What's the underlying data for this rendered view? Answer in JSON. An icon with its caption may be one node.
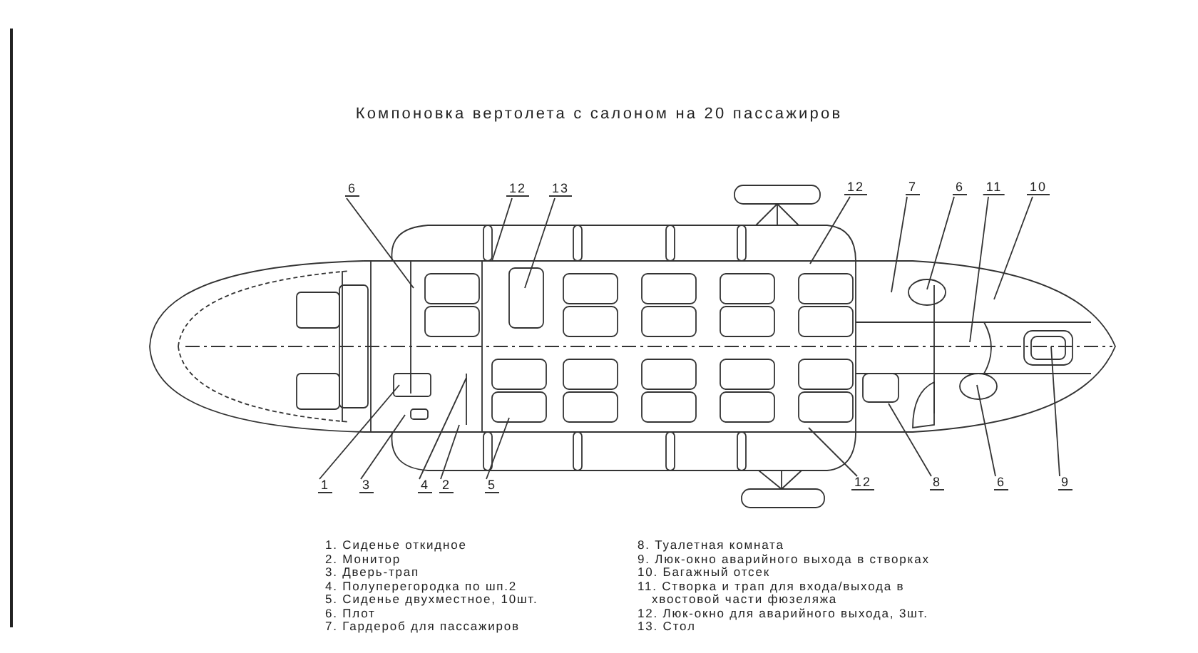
{
  "diagram": {
    "title": "Компоновка вертолета с салоном на 20 пассажиров",
    "nodes": [
      {
        "text": [
          "6"
        ]
      },
      {
        "text": [
          "12"
        ]
      },
      {
        "text": [
          "13"
        ]
      },
      {
        "text": [
          "12"
        ]
      },
      {
        "text": [
          "7"
        ]
      },
      {
        "text": [
          "6"
        ]
      },
      {
        "text": [
          "11"
        ]
      },
      {
        "text": [
          "10"
        ]
      },
      {
        "text": [
          "1"
        ]
      },
      {
        "text": [
          "3"
        ]
      },
      {
        "text": [
          "4"
        ]
      },
      {
        "text": [
          "2"
        ]
      },
      {
        "text": [
          "5"
        ]
      },
      {
        "text": [
          "12"
        ]
      },
      {
        "text": [
          "8"
        ]
      },
      {
        "text": [
          "6"
        ]
      },
      {
        "text": [
          "9"
        ]
      }
    ],
    "edges": [
      {
        "from": 0,
        "to": null,
        "arrow": "none"
      },
      {
        "from": 1,
        "to": null,
        "arrow": "none"
      },
      {
        "from": 2,
        "to": null,
        "arrow": "none"
      },
      {
        "from": 3,
        "to": null,
        "arrow": "none"
      },
      {
        "from": 4,
        "to": null,
        "arrow": "none"
      },
      {
        "from": 5,
        "to": null,
        "arrow": "none"
      },
      {
        "from": 6,
        "to": null,
        "arrow": "none"
      },
      {
        "from": 7,
        "to": null,
        "arrow": "none"
      },
      {
        "from": 8,
        "to": null,
        "arrow": "none"
      },
      {
        "from": 9,
        "to": null,
        "arrow": "none"
      },
      {
        "from": 10,
        "to": null,
        "arrow": "none"
      },
      {
        "from": 11,
        "to": null,
        "arrow": "none"
      },
      {
        "from": 12,
        "to": null,
        "arrow": "none"
      },
      {
        "from": 13,
        "to": null,
        "arrow": "none"
      },
      {
        "from": 14,
        "to": null,
        "arrow": "none"
      },
      {
        "from": 15,
        "to": null,
        "arrow": "none"
      },
      {
        "from": 16,
        "to": null,
        "arrow": "none"
      }
    ],
    "labels": [
      "1. Сиденье откидное",
      "2. Монитор",
      "3. Дверь-трап",
      "4. Полуперегородка по шп.2",
      "5. Сиденье двухместное, 10шт.",
      "6. Плот",
      "7. Гардероб для пассажиров",
      "8. Туалетная комната",
      "9. Люк-окно аварийного выхода в створках",
      "10. Багажный отсек",
      "11. Створка и трап для входа/выхода в хвостовой части фюзеляжа",
      "12. Люк-окно для аварийного выхода, 3шт.",
      "13. Стол"
    ]
  }
}
